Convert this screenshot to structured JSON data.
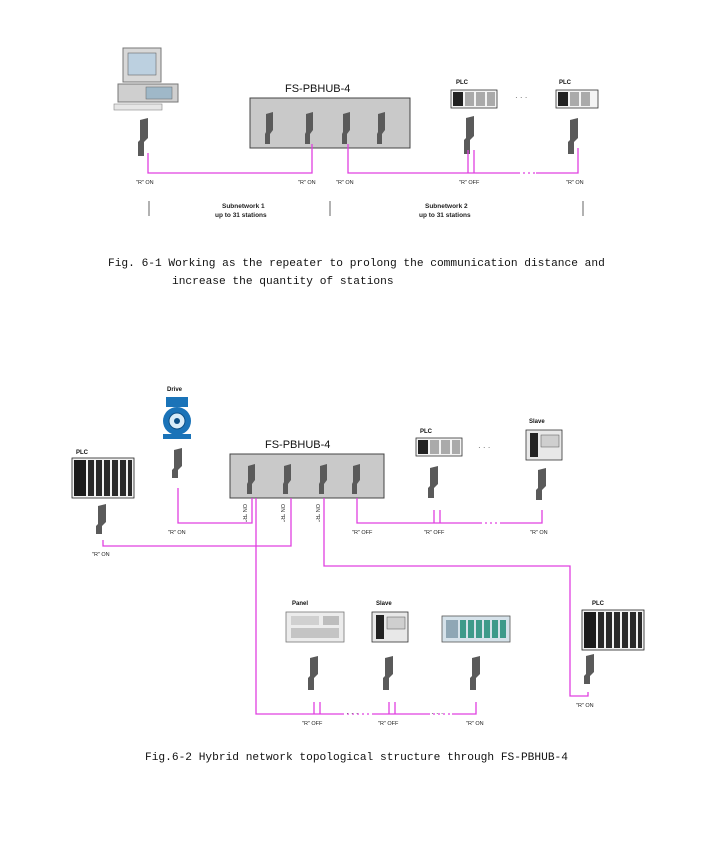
{
  "figure1": {
    "hub_label": "FS-PBHUB-4",
    "device_labels": {
      "plc_a": "PLC",
      "plc_b": "PLC"
    },
    "connector_labels": {
      "pc": "\"R\" ON",
      "hub_left": "\"R\" ON",
      "hub_right": "\"R\" ON",
      "plc_a": "\"R\" OFF",
      "plc_b": "\"R\" ON"
    },
    "subnetwork1": {
      "line1": "Subnetwork 1",
      "line2": "up to 31 stations"
    },
    "subnetwork2": {
      "line1": "Subnetwork 2",
      "line2": "up to 31 stations"
    },
    "ellipsis": "· · ·",
    "caption_line1": "Fig. 6-1 Working as the repeater to prolong the communication distance and",
    "caption_line2": "increase the quantity of stations"
  },
  "figure2": {
    "hub_label": "FS-PBHUB-4",
    "device_labels": {
      "drive": "Drive",
      "plc_left": "PLC",
      "plc_top": "PLC",
      "slave_top": "Slave",
      "panel": "Panel",
      "slave_bottom": "Slave",
      "plc_right": "PLC"
    },
    "port_labels": {
      "p1": "ON \"R\"",
      "p2": "ON \"R\"",
      "p3": "ON \"R\""
    },
    "connector_labels": {
      "plc_left": "\"R\" ON",
      "drive": "\"R\" ON",
      "hub_p4": "\"R\" OFF",
      "plc_top": "\"R\" OFF",
      "slave_top": "\"R\" ON",
      "panel": "\"R\" OFF",
      "slave_bottom": "\"R\" OFF",
      "io_bottom": "\"R\" ON",
      "plc_right": "\"R\" ON"
    },
    "ellipsis": "· · ·",
    "caption": "Fig.6-2 Hybrid network topological structure through FS-PBHUB-4"
  },
  "colors": {
    "bus": "#e040e0",
    "hub_body": "#c9c9c9",
    "background": "#ffffff",
    "connector": "#5a5a5a"
  }
}
